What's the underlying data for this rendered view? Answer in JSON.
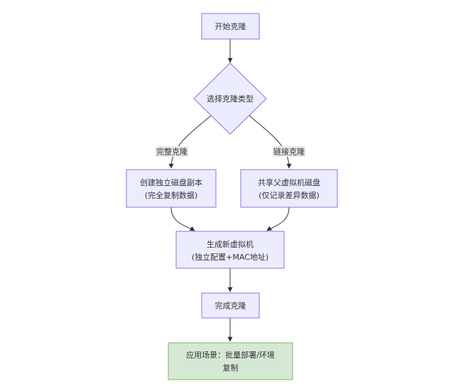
{
  "diagram": {
    "type": "flowchart",
    "colors": {
      "node_fill": "#ECECFF",
      "node_stroke": "#9370DB",
      "final_fill": "#D5E8D4",
      "final_stroke": "#82B366",
      "edge": "#333333",
      "edge_label_bg": "#E8E8E8"
    },
    "nodes": {
      "start": {
        "label": "开始克隆"
      },
      "choose": {
        "label": "选择克隆类型"
      },
      "full": {
        "line1": "创建独立磁盘副本",
        "line2": "(完全复制数据)"
      },
      "linked": {
        "line1": "共享父虚拟机磁盘",
        "line2": "(仅记录差异数据)"
      },
      "generate": {
        "line1": "生成新虚拟机",
        "line2": "(独立配置+MAC地址)"
      },
      "done": {
        "label": "完成克隆"
      },
      "usage": {
        "line1": "应用场景：批量部署/环境",
        "line2": "复制"
      }
    },
    "edges": {
      "full_label": "完整克隆",
      "linked_label": "链接克隆"
    }
  }
}
